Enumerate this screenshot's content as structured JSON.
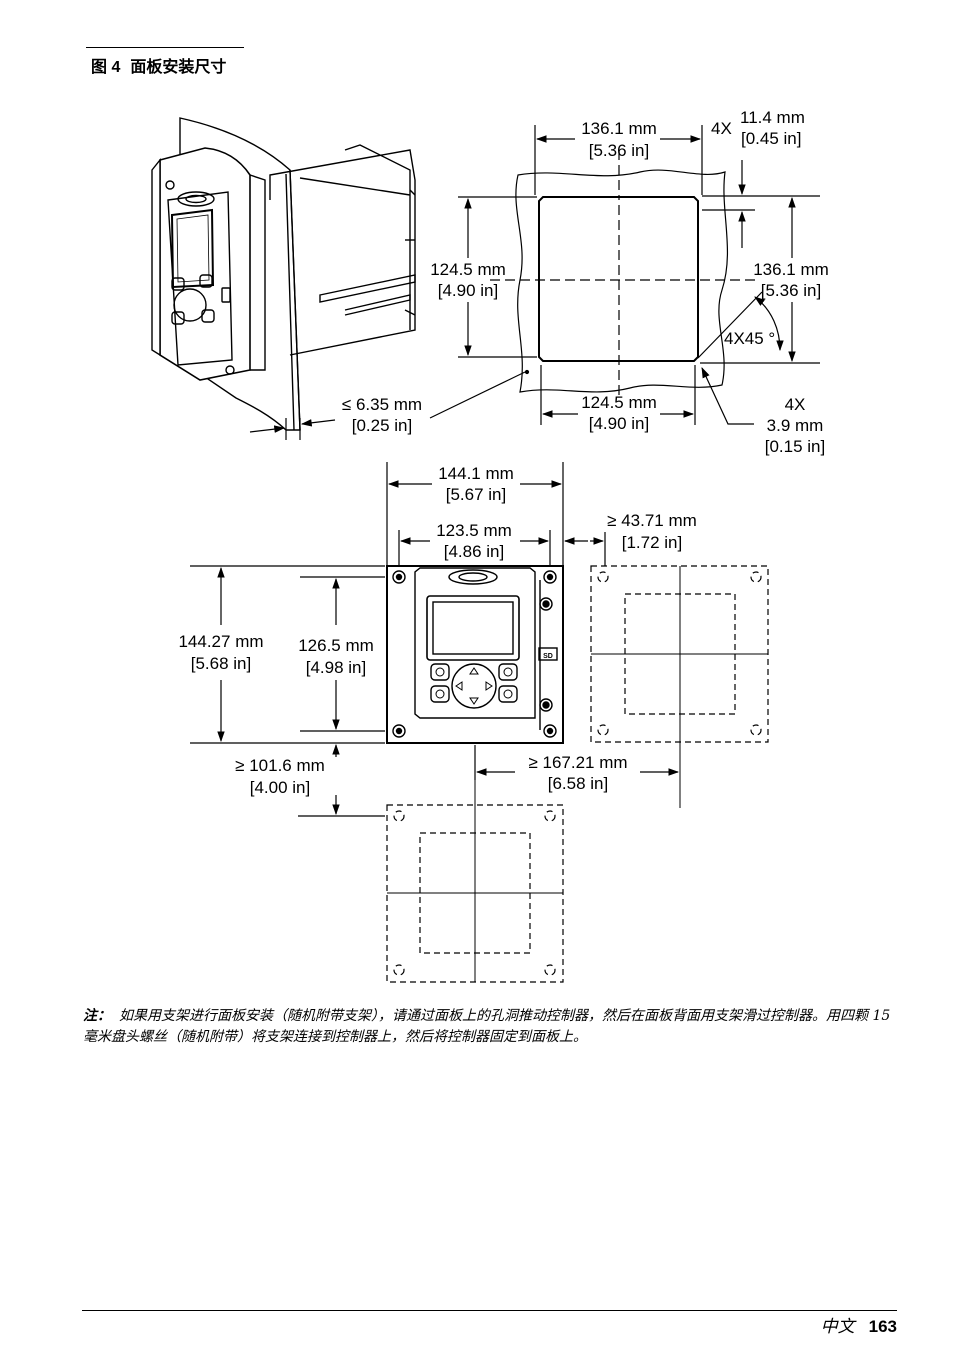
{
  "figure": {
    "label": "图 4",
    "title": "面板安装尺寸"
  },
  "dimensions": {
    "cutout_width_top_mm": "136.1 mm",
    "cutout_width_top_in": "[5.36 in]",
    "corner_count_a": "4X",
    "corner_gap_mm": "11.4 mm",
    "corner_gap_in": "[0.45 in]",
    "cutout_height_left_mm": "124.5 mm",
    "cutout_height_left_in": "[4.90 in]",
    "cutout_height_right_mm": "136.1 mm",
    "cutout_height_right_in": "[5.36 in]",
    "chamfer": "4X45 °",
    "cutout_width_bottom_mm": "124.5 mm",
    "cutout_width_bottom_in": "[4.90 in]",
    "corner_count_b": "4X",
    "corner_radius_mm": "3.9 mm",
    "corner_radius_in": "[0.15 in]",
    "panel_thickness_mm": "≤ 6.35 mm",
    "panel_thickness_in": "[0.25 in]",
    "front_width_mm": "144.1 mm",
    "front_width_in": "[5.67 in]",
    "hole_spacing_w_mm": "123.5 mm",
    "hole_spacing_w_in": "[4.86 in]",
    "side_gap_mm": "≥ 43.71 mm",
    "side_gap_in": "[1.72 in]",
    "front_height_mm": "144.27 mm",
    "front_height_in": "[5.68 in]",
    "hole_spacing_h_mm": "126.5 mm",
    "hole_spacing_h_in": "[4.98 in]",
    "vertical_pitch_mm": "≥ 101.6 mm",
    "vertical_pitch_in": "[4.00 in]",
    "horizontal_pitch_mm": "≥ 167.21 mm",
    "horizontal_pitch_in": "[6.58 in]"
  },
  "note": {
    "label": "注：",
    "text": "如果用支架进行面板安装（随机附带支架），请通过面板上的孔洞推动控制器，然后在面板背面用支架滑过控制器。用四颗 15 毫米盘头螺丝（随机附带）将支架连接到控制器上，然后将控制器固定到面板上。"
  },
  "footer": {
    "language": "中文",
    "page_number": "163"
  },
  "icons": [
    "controller-3d-view",
    "keypad-arrow-icons",
    "sd-card-slot-icon",
    "screw-hole-icons"
  ]
}
